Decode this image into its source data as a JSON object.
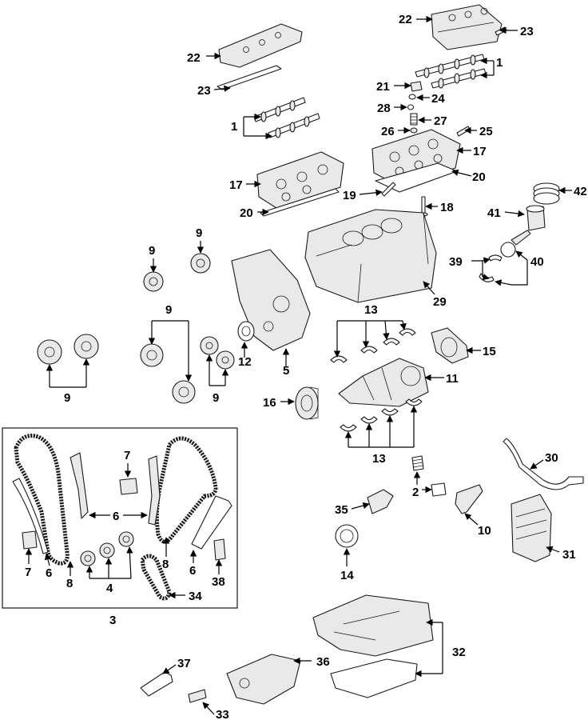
{
  "callouts": {
    "c1a": "1",
    "c1b": "1",
    "c2": "2",
    "c3": "3",
    "c4": "4",
    "c5": "5",
    "c6a": "6",
    "c6b": "6",
    "c6c": "6",
    "c7a": "7",
    "c7b": "7",
    "c8a": "8",
    "c8b": "8",
    "c9a": "9",
    "c9b": "9",
    "c9c": "9",
    "c9d": "9",
    "c9e": "9",
    "c10": "10",
    "c11": "11",
    "c12": "12",
    "c13a": "13",
    "c13b": "13",
    "c14": "14",
    "c15": "15",
    "c16": "16",
    "c17a": "17",
    "c17b": "17",
    "c18": "18",
    "c19": "19",
    "c20a": "20",
    "c20b": "20",
    "c21": "21",
    "c22a": "22",
    "c22b": "22",
    "c23a": "23",
    "c23b": "23",
    "c24": "24",
    "c25": "25",
    "c26": "26",
    "c27": "27",
    "c28": "28",
    "c29": "29",
    "c30": "30",
    "c31": "31",
    "c32": "32",
    "c33": "33",
    "c34": "34",
    "c35": "35",
    "c36": "36",
    "c37": "37",
    "c38": "38",
    "c39": "39",
    "c40": "40",
    "c41": "41",
    "c42": "42"
  },
  "colors": {
    "line": "#000000",
    "background": "#ffffff",
    "part_fill": "#e9e9e9"
  }
}
